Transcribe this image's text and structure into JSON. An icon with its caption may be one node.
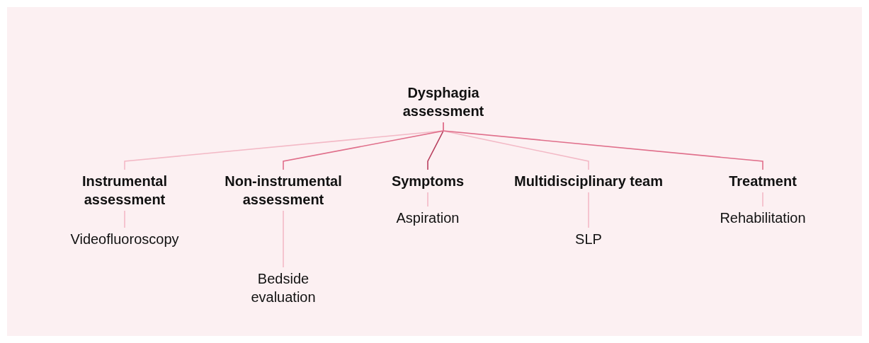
{
  "diagram": {
    "nodes": [
      {
        "text": [
          "Dysphagia assessment"
        ]
      },
      {
        "text": [
          "Instrumental assessment"
        ]
      },
      {
        "text": [
          "Non-instrumental assessment"
        ]
      },
      {
        "text": [
          "Symptoms"
        ]
      },
      {
        "text": [
          "Multidisciplinary team"
        ]
      },
      {
        "text": [
          "Treatment"
        ]
      },
      {
        "text": [
          "Videofluoroscopy"
        ]
      },
      {
        "text": [
          "Bedside evaluation"
        ]
      },
      {
        "text": [
          "Aspiration"
        ]
      },
      {
        "text": [
          "SLP"
        ]
      },
      {
        "text": [
          "Rehabilitation"
        ]
      }
    ],
    "edges": [
      {
        "from": 0,
        "to": 1,
        "arrow": "none",
        "color": "#f3b9c6"
      },
      {
        "from": 0,
        "to": 2,
        "arrow": "none"
      },
      {
        "from": 0,
        "to": 3,
        "arrow": "none",
        "color": "#b8405f"
      },
      {
        "from": 0,
        "to": 4,
        "arrow": "none",
        "color": "#f3b9c6"
      },
      {
        "from": 0,
        "to": 5,
        "arrow": "none"
      },
      {
        "from": 1,
        "to": 6,
        "arrow": "none",
        "color": "#f3b9c6"
      },
      {
        "from": 2,
        "to": 7,
        "arrow": "none",
        "color": "#f3b9c6"
      },
      {
        "from": 3,
        "to": 8,
        "arrow": "none",
        "color": "#f3b9c6"
      },
      {
        "from": 4,
        "to": 9,
        "arrow": "none",
        "color": "#f3b9c6"
      },
      {
        "from": 5,
        "to": 10,
        "arrow": "none",
        "color": "#f3b9c6"
      }
    ]
  }
}
